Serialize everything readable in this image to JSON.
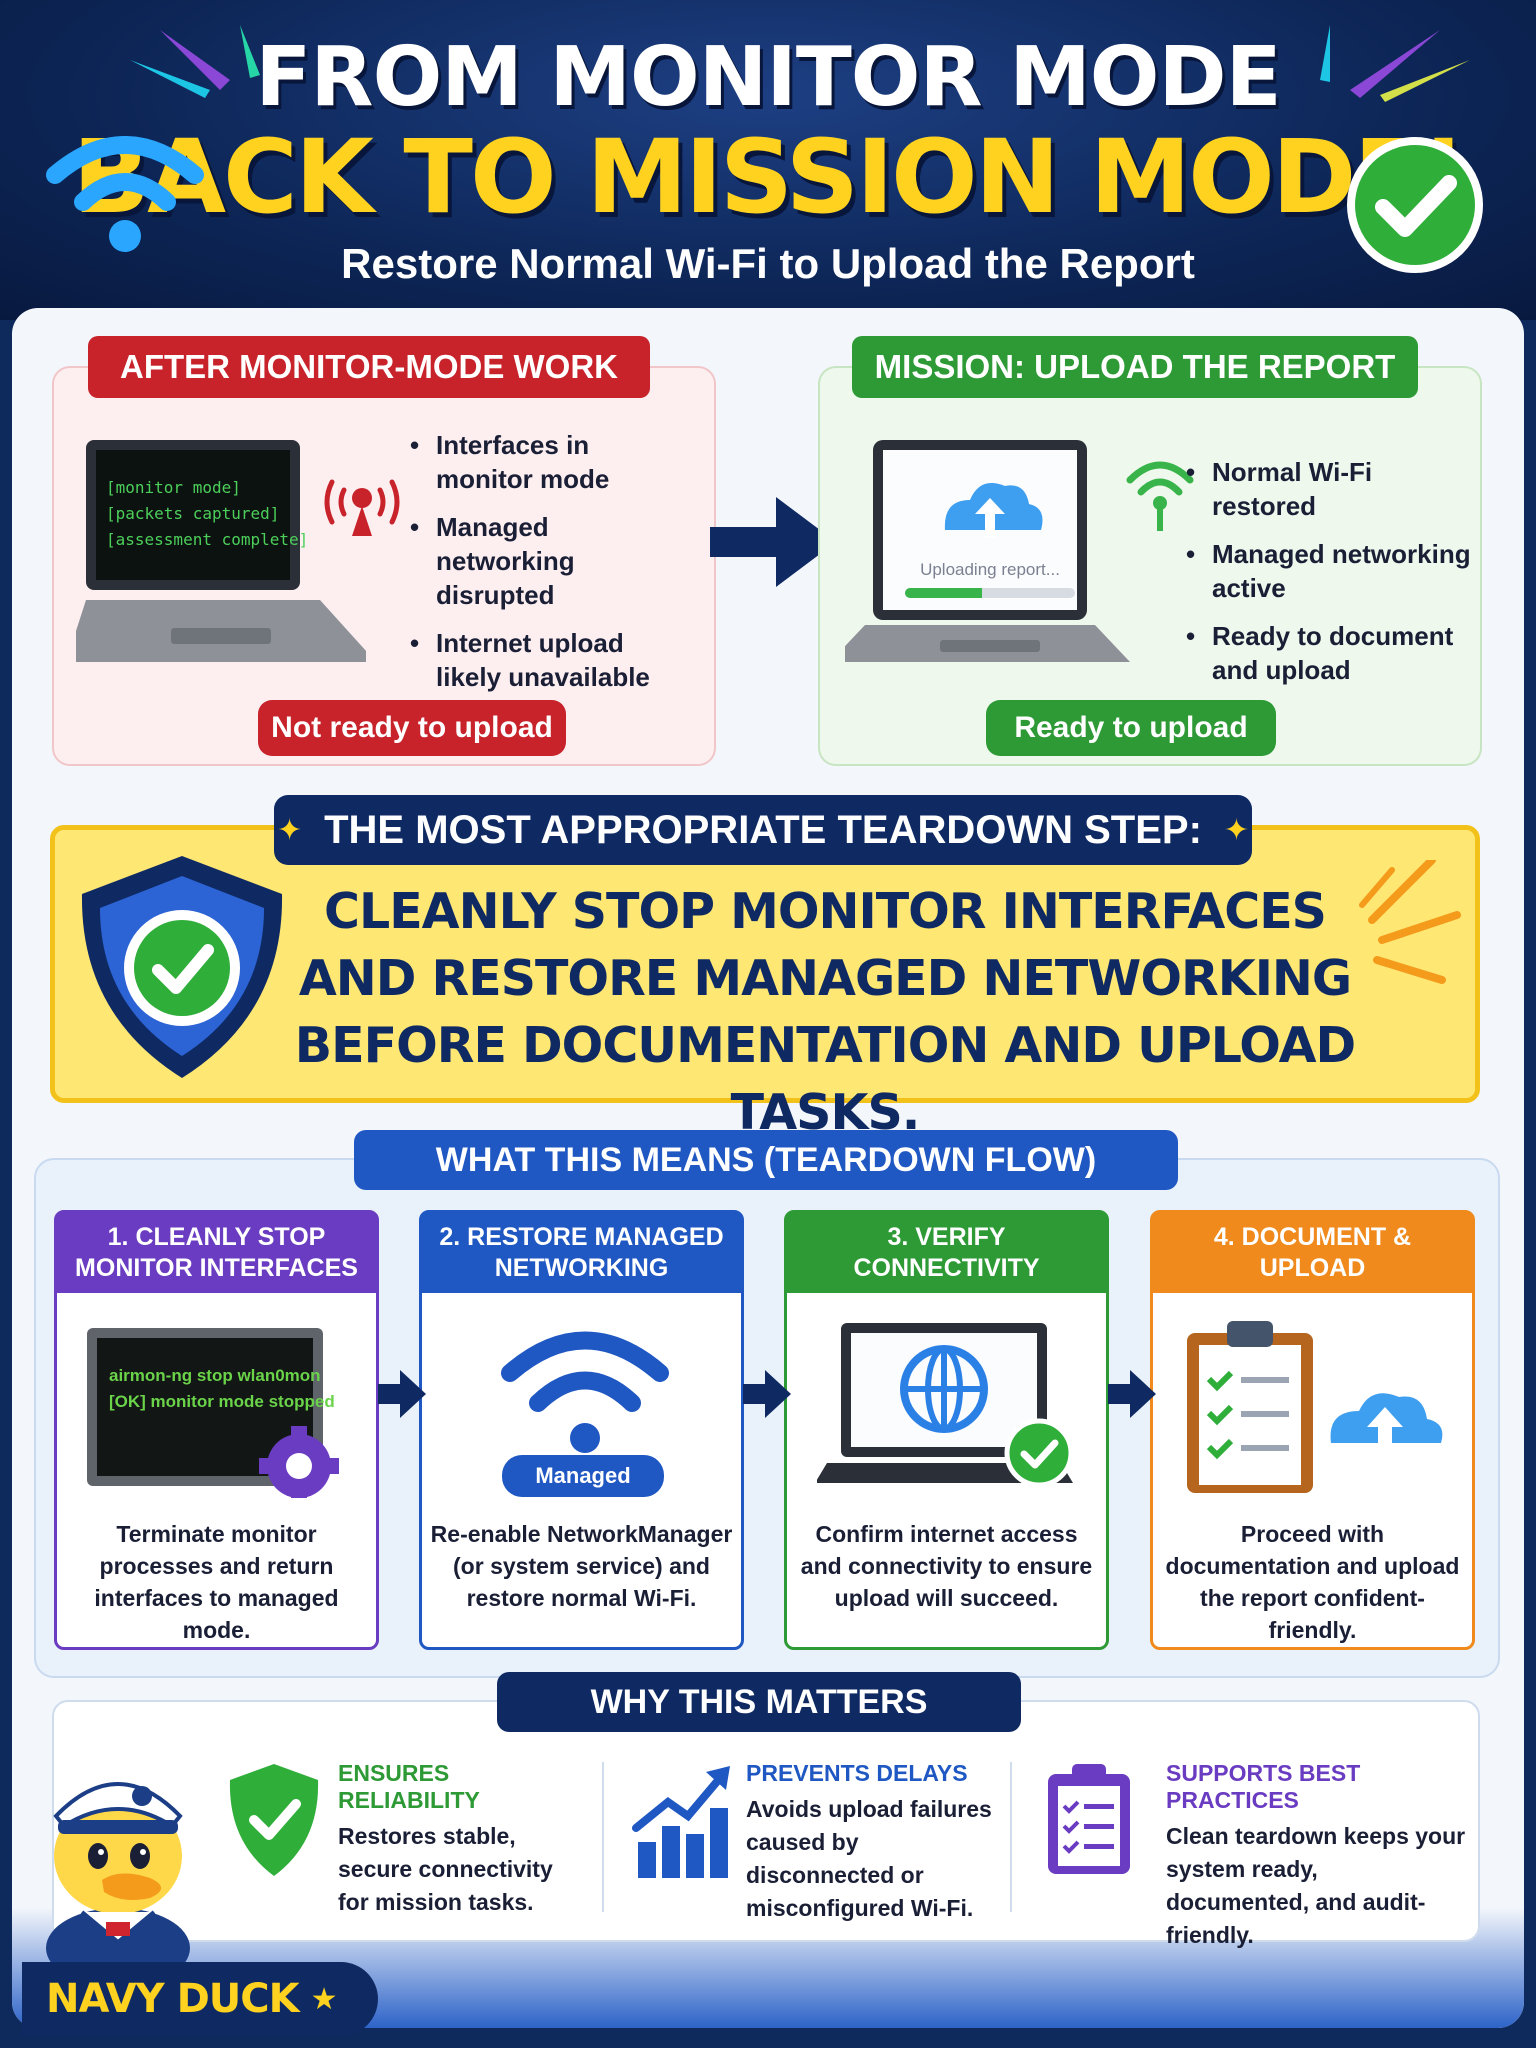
{
  "header": {
    "title_line1": "FROM MONITOR MODE",
    "title_line2": "BACK TO MISSION MODE!",
    "subtitle": "Restore Normal Wi-Fi to Upload the Report"
  },
  "before": {
    "title": "AFTER MONITOR-MODE WORK",
    "screen_lines": [
      "[monitor mode]",
      "[packets captured]",
      "[assessment complete]"
    ],
    "bullets": [
      "Interfaces in monitor mode",
      "Managed networking disrupted",
      "Internet upload likely unavailable"
    ],
    "status": "Not ready to upload"
  },
  "after": {
    "title": "MISSION: UPLOAD THE REPORT",
    "screen_text": "Uploading report...",
    "upload_progress": 0.45,
    "bullets": [
      "Normal Wi-Fi restored",
      "Managed networking active",
      "Ready to document and upload"
    ],
    "status": "Ready to upload"
  },
  "teardown": {
    "label": "THE MOST APPROPRIATE TEARDOWN STEP:",
    "lines": [
      "CLEANLY STOP MONITOR INTERFACES",
      "AND RESTORE MANAGED NETWORKING",
      "BEFORE DOCUMENTATION AND UPLOAD TASKS."
    ]
  },
  "flow": {
    "title": "WHAT THIS MEANS (TEARDOWN FLOW)",
    "steps": [
      {
        "title": "1. CLEANLY STOP MONITOR INTERFACES",
        "terminal": [
          "airmon-ng stop wlan0mon",
          "[OK] monitor mode stopped"
        ],
        "desc": "Terminate monitor processes and return interfaces to managed mode."
      },
      {
        "title": "2. RESTORE MANAGED NETWORKING",
        "badge": "Managed",
        "desc": "Re-enable NetworkManager (or system service) and restore normal Wi-Fi."
      },
      {
        "title": "3. VERIFY CONNECTIVITY",
        "desc": "Confirm internet access and connectivity to ensure upload will succeed."
      },
      {
        "title": "4. DOCUMENT & UPLOAD",
        "desc": "Proceed with documentation and upload the report confident-friendly."
      }
    ]
  },
  "why": {
    "title": "WHY THIS MATTERS",
    "items": [
      {
        "title": "ENSURES RELIABILITY",
        "text": "Restores stable, secure connectivity for mission tasks."
      },
      {
        "title": "PREVENTS DELAYS",
        "text": "Avoids upload failures caused by disconnected or misconfigured Wi-Fi."
      },
      {
        "title": "SUPPORTS BEST PRACTICES",
        "text": "Clean teardown keeps your system ready, documented, and audit-friendly."
      }
    ]
  },
  "brand": {
    "name": "NAVY DUCK"
  },
  "colors": {
    "red": "#c8222b",
    "green": "#2e9a36",
    "navy": "#0f2a63",
    "yellow": "#ffd21f",
    "purple": "#6a3cc2",
    "blue": "#1f57c3",
    "orange": "#f08a1c"
  }
}
